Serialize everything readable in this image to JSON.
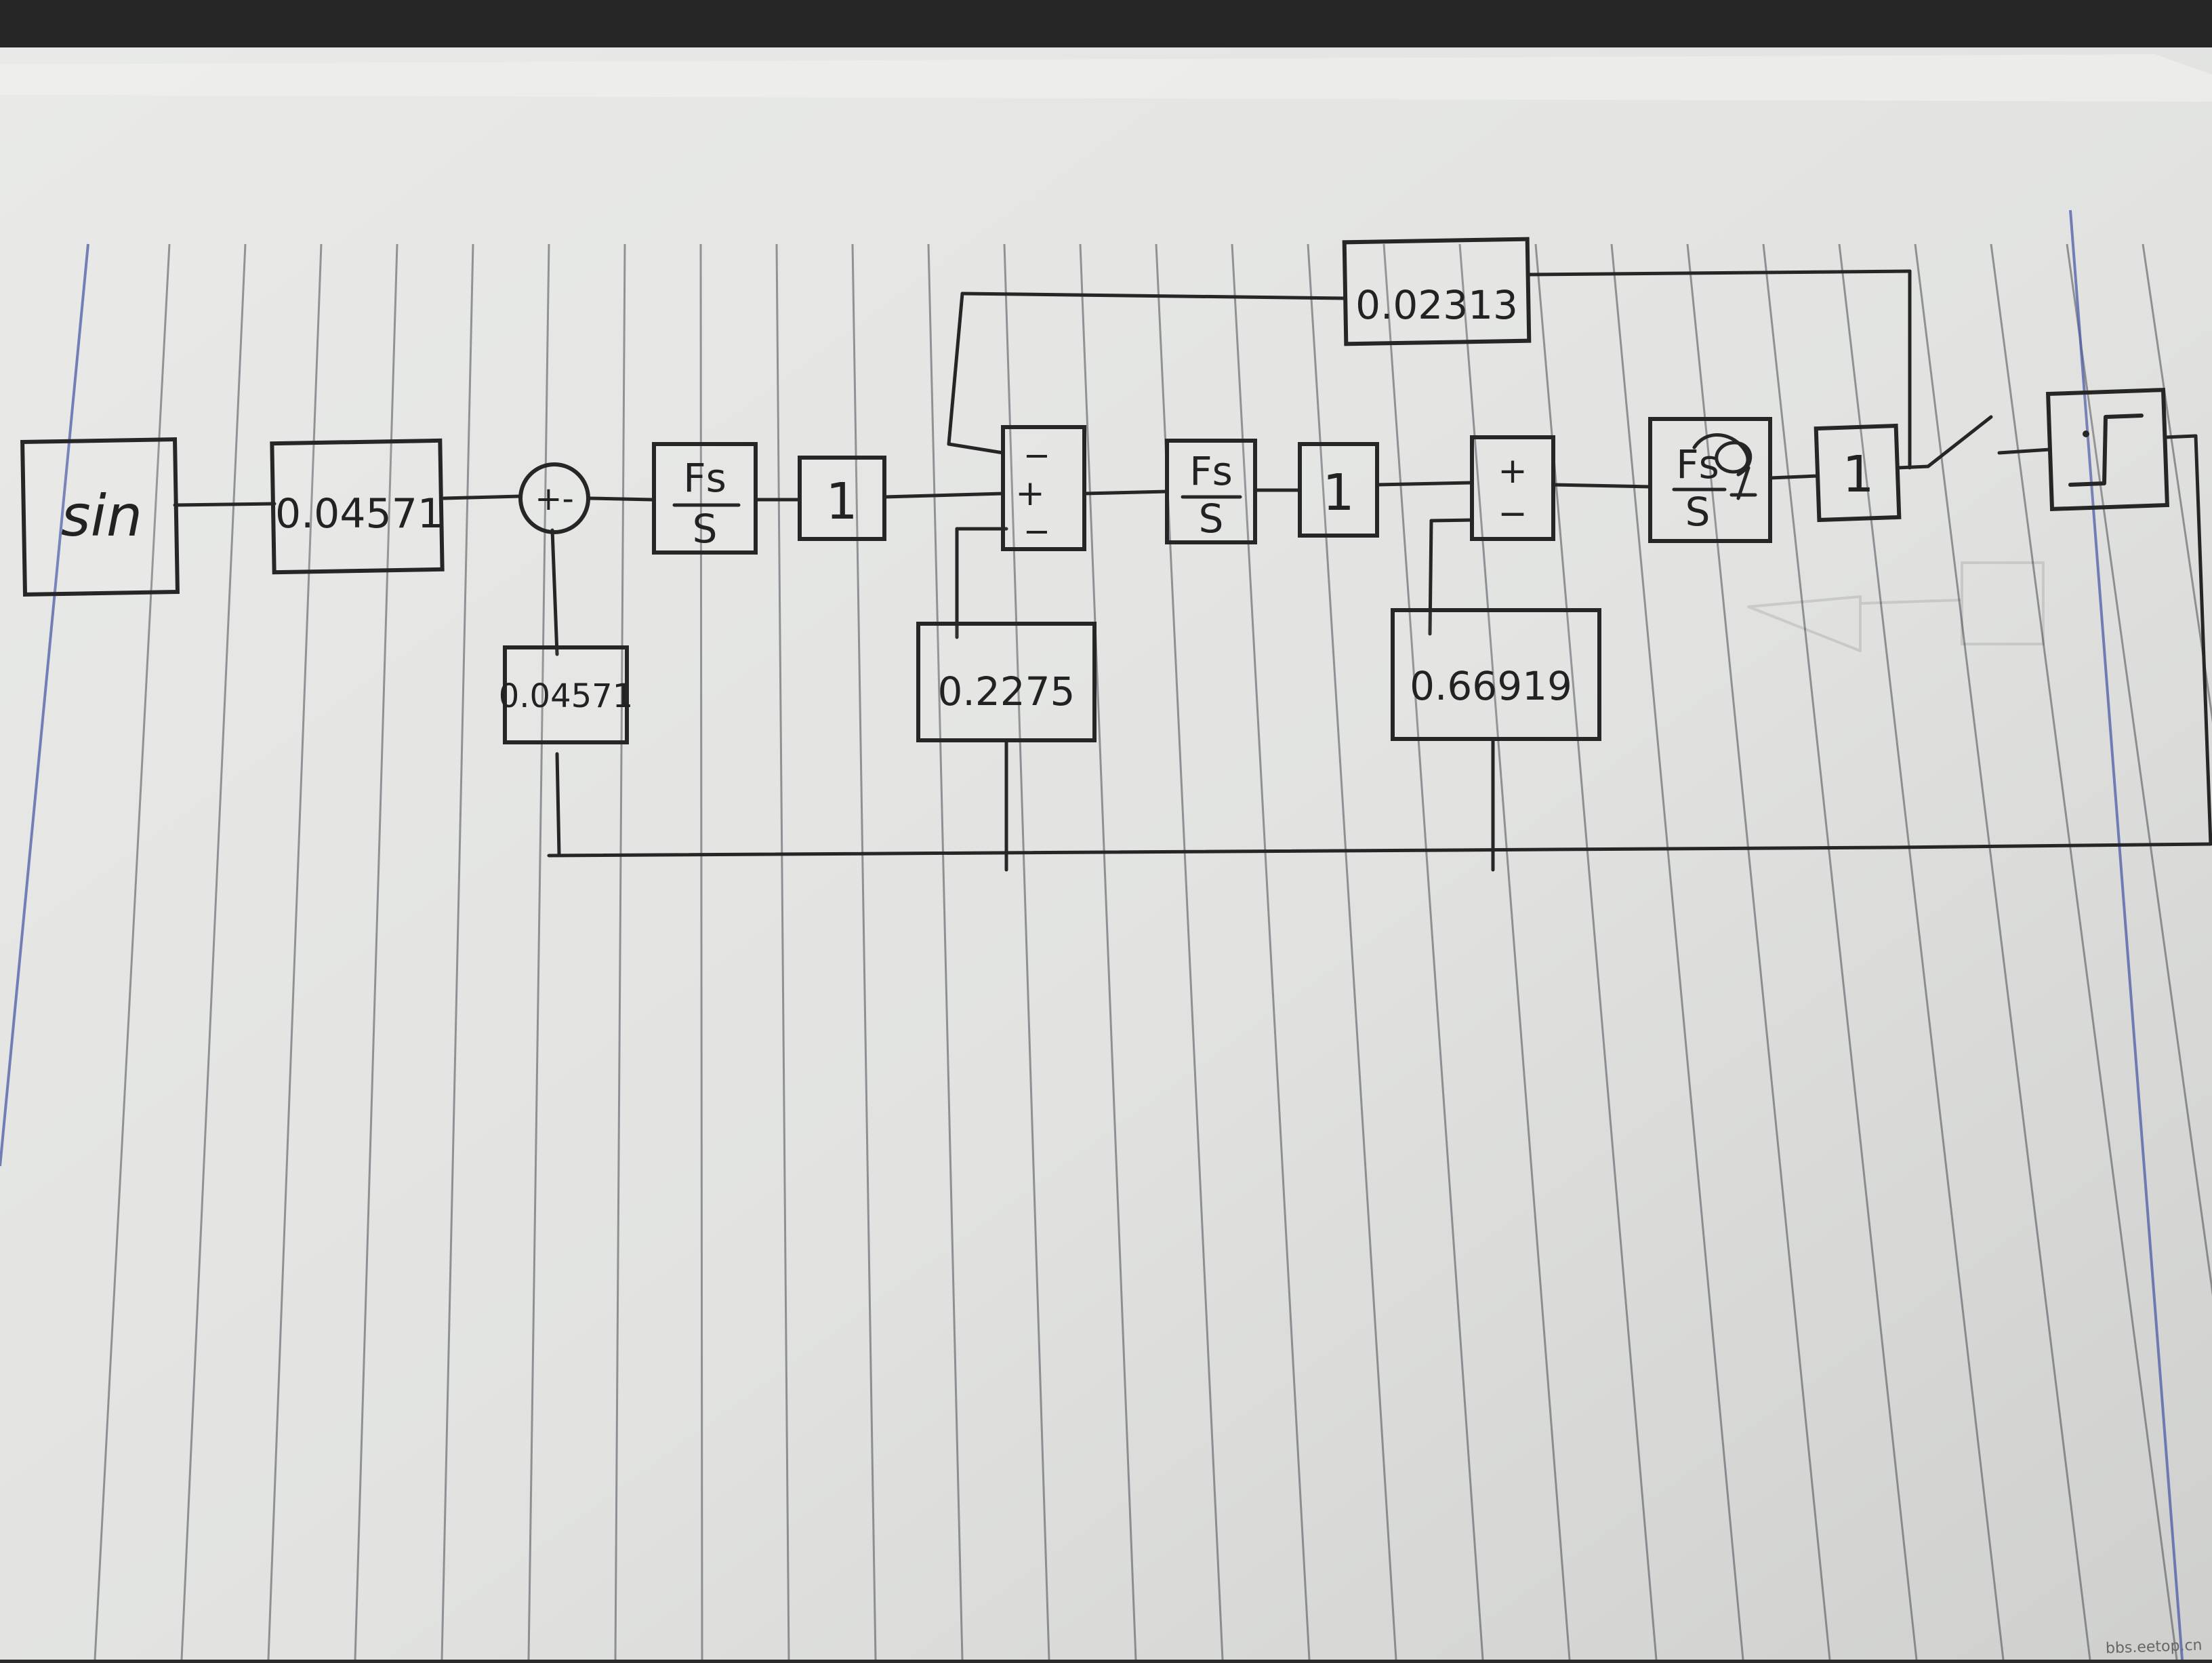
{
  "diagram": {
    "blocks": {
      "source": "sin",
      "gain_in": "0.04571",
      "gain_fb1": "0.04571",
      "integ1_num": "Fs",
      "integ1_den": "S",
      "unit1": "1",
      "gain_fb2": "0.2275",
      "integ2_num": "Fs",
      "integ2_den": "S",
      "unit2": "1",
      "gain_fb3": "0.66919",
      "integ3_num": "Fs",
      "integ3_den": "S",
      "unit3": "1",
      "gain_top": "0.02313"
    },
    "summers": {
      "sum1": "+-",
      "sum2_top": "−",
      "sum2_mid": "+",
      "sum2_bot": "−",
      "sum3_top": "+",
      "sum3_bot": "−"
    }
  },
  "watermark": "bbs.eetop.cn",
  "colors": {
    "paper": "#e4e5e3",
    "ink": "#262626",
    "margin_line": "#4c5ba6",
    "ruled_line": "#4a4d55"
  }
}
